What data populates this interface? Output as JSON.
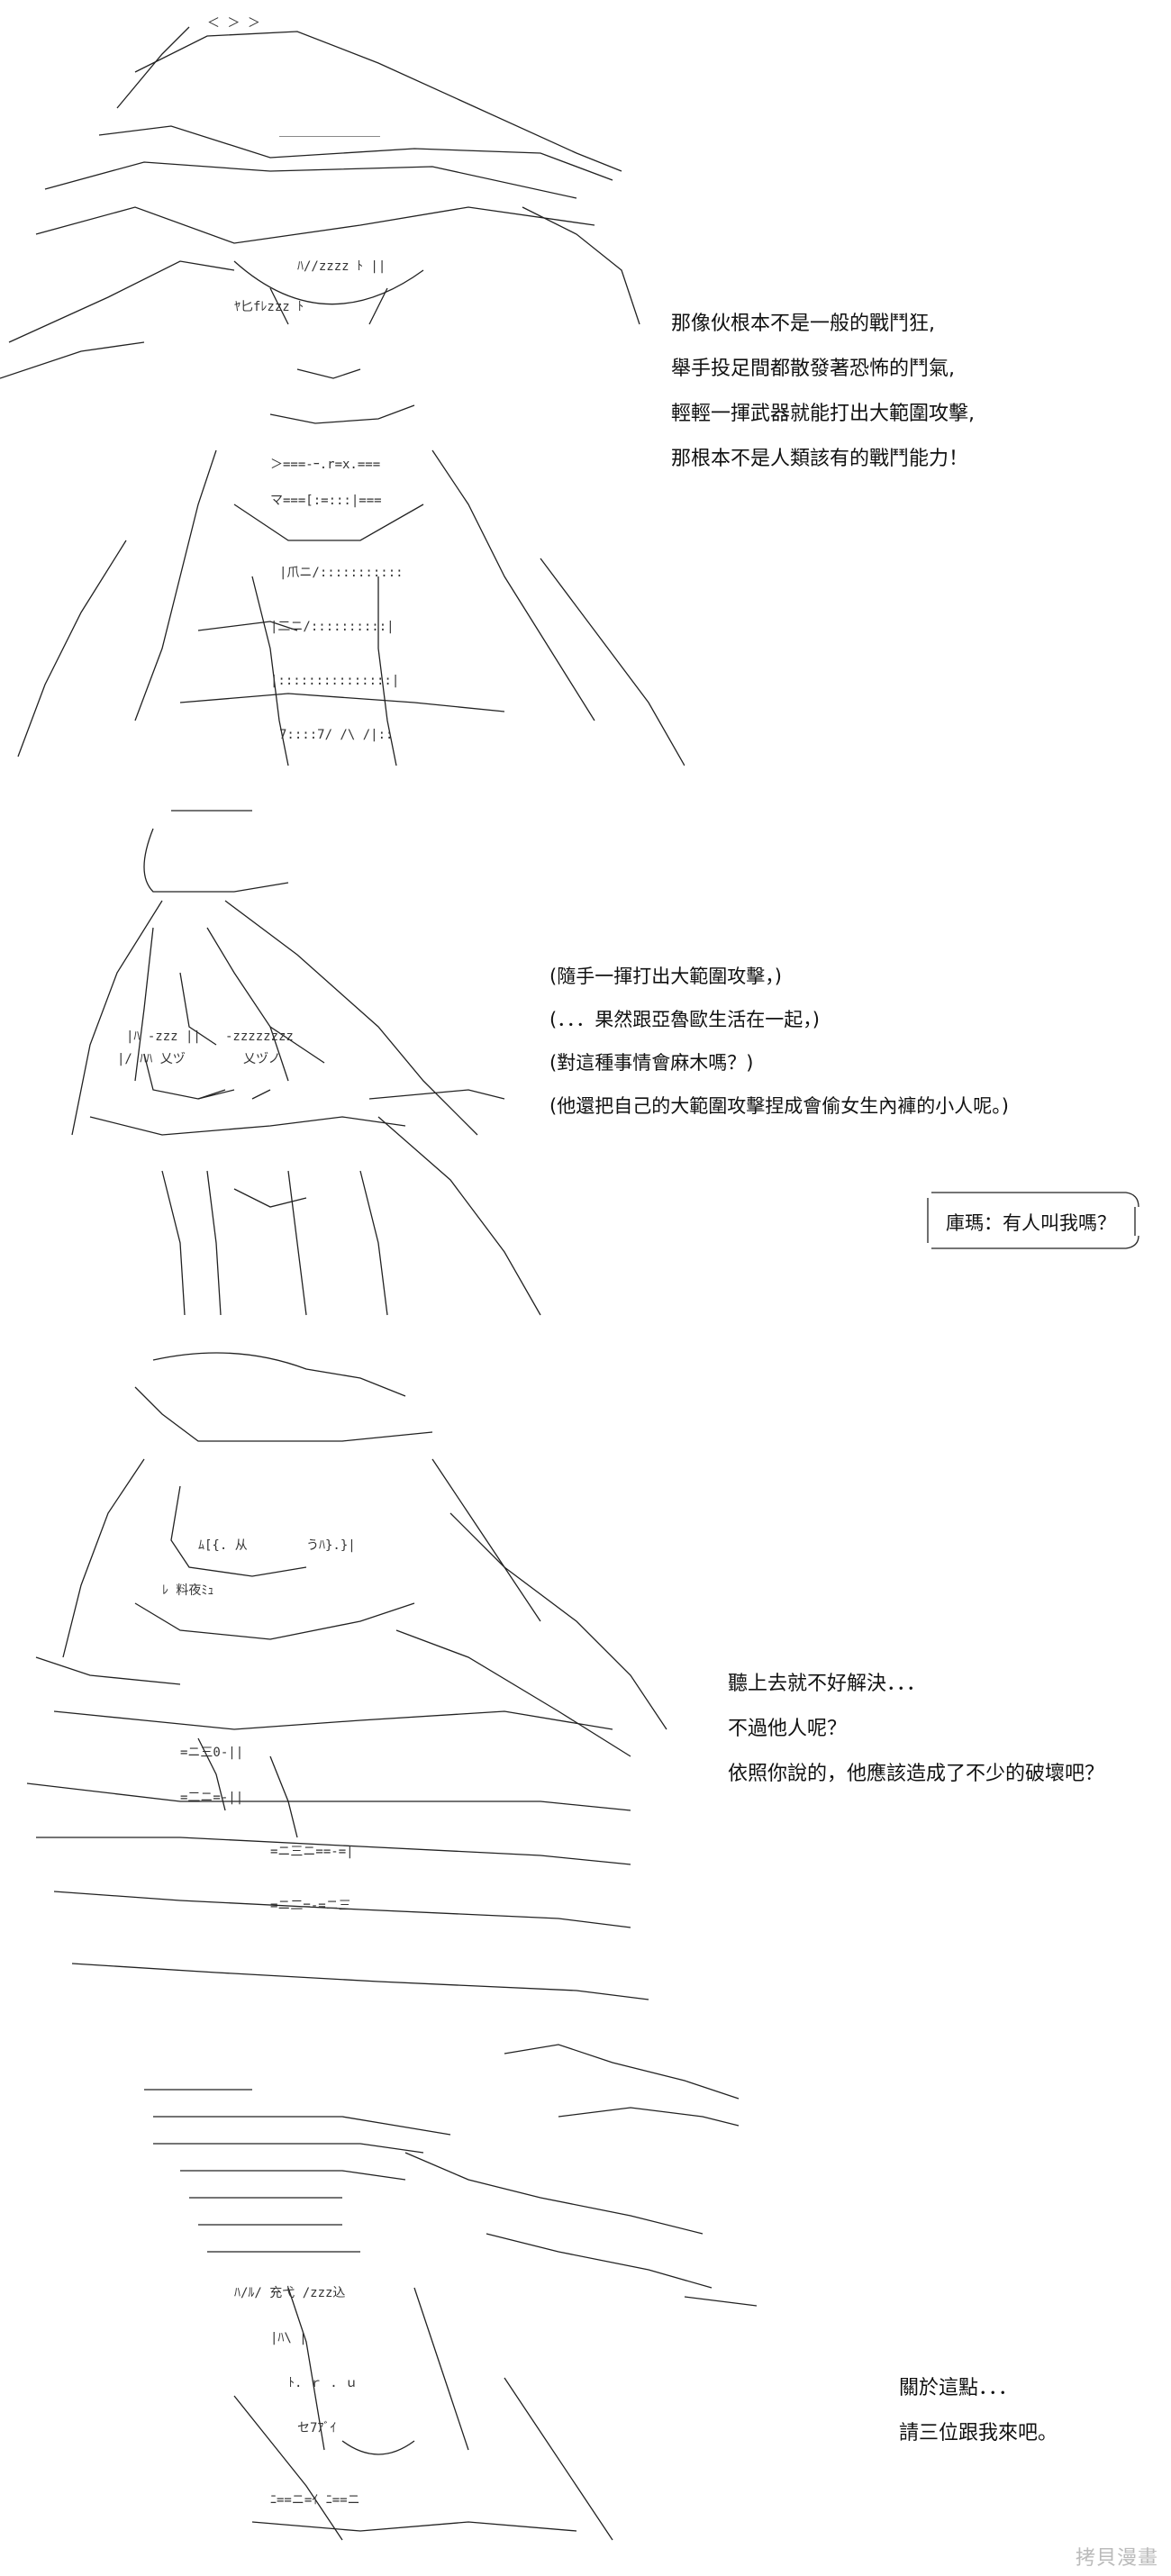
{
  "panels": [
    {
      "lines": [
        "那像伙根本不是一般的戰鬥狂,",
        "舉手投足間都散發著恐怖的鬥氣,",
        "輕輕一揮武器就能打出大範圍攻擊,",
        "那根本不是人類該有的戰鬥能力！"
      ]
    },
    {
      "lines": [
        "(隨手一揮打出大範圍攻擊，)",
        "(．．．果然跟亞魯歐生活在一起，)",
        "(對這種事情會麻木嗎？)",
        "(他還把自己的大範圍攻擊捏成會偷女生內褲的小人呢。)"
      ],
      "bubble": "庫瑪：有人叫我嗎？"
    },
    {
      "lines": [
        "聽上去就不好解決．．．",
        "不過他人呢？",
        "依照你說的，他應該造成了不少的破壞吧？"
      ]
    },
    {
      "lines": [
        "關於這點．．．",
        "請三位跟我來吧。"
      ]
    }
  ],
  "watermark": "拷貝漫畫"
}
